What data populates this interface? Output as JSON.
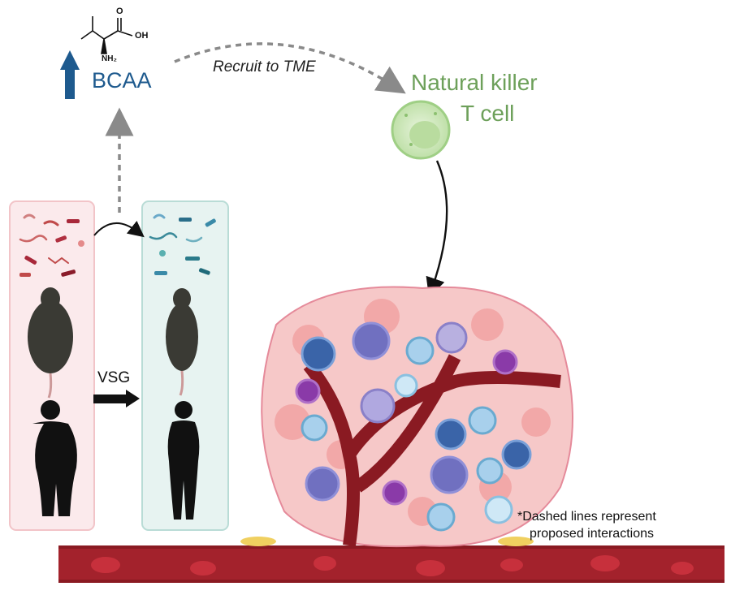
{
  "diagram": {
    "molecule_atoms": {
      "o": "O",
      "oh": "OH",
      "nh2": "NH₂"
    },
    "metabolite_label": "BCAA",
    "metabolite_change_icon": "up-arrow-icon",
    "recruit_label": "Recruit to TME",
    "cell_label_line1": "Natural killer",
    "cell_label_line2": "T cell",
    "procedure_label": "VSG",
    "footnote_line1": "*Dashed lines represent",
    "footnote_line2": "proposed interactions",
    "colors": {
      "bcaa_text": "#1e5a8e",
      "nk_text": "#6da05a",
      "before_panel": "#fbeaec",
      "after_panel": "#e7f3f1",
      "vessel": "#8a1a22"
    }
  }
}
